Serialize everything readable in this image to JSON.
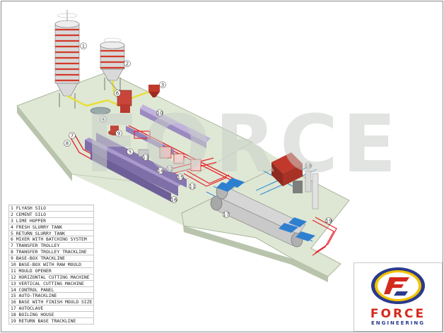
{
  "watermark": "FORCE",
  "callouts": [
    "1",
    "2",
    "3",
    "4",
    "5",
    "6",
    "7",
    "8",
    "9",
    "10",
    "11",
    "12",
    "13",
    "14",
    "15",
    "16",
    "17",
    "18",
    "19"
  ],
  "legend": [
    "1 FLYASH SILO",
    "2 CEMENT SILO",
    "3 LIME HOPPER",
    "4 FRESH SLURRY TANK",
    "5 RETURN SLURRY TANK",
    "6 MIXER WITH BATCHING SYSTEM",
    "7 TRANSFER TROLLEY",
    "8 TRANSFER TROLLEY TRACKLINE",
    "9 BASE-BOX TRACKLINE",
    "10 BASE-BOX WITH RAW MOULD",
    "11 MOULD OPENER",
    "12 HORIZONTAL CUTTING MACHINE",
    "13 VERTICAL CUTTING MACHINE",
    "14 CONTROL PANEL",
    "15 AUTO-TRACKLINE",
    "16 BASE WITH FINISH MOULD SIZE",
    "17 AUTOCLAVE",
    "18 BOILING HOUSE",
    "19 RETURN BASE TRACKLINE"
  ],
  "logo": {
    "word": "FORCE",
    "sub": "ENGINEERING",
    "colors": {
      "red": "#d42a1e",
      "navy": "#2a3a8c",
      "gold": "#f2c200"
    }
  },
  "colors": {
    "ground_top": "#dfe8d5",
    "ground_side": "#b9c4ad",
    "rail_red": "#e8232a",
    "rail_blue": "#3f8fd6",
    "mould_purple": "#8f7fb8",
    "pipe_yellow": "#e8df3a"
  }
}
